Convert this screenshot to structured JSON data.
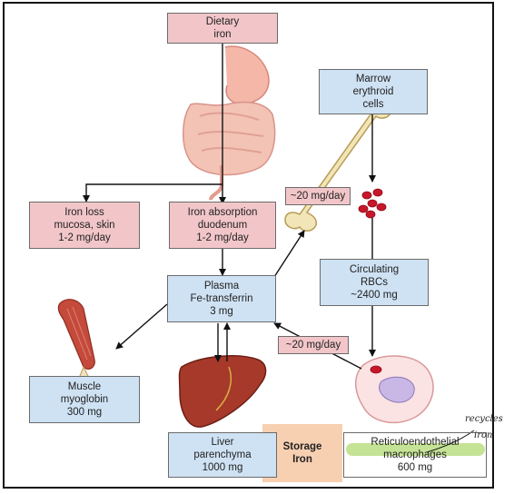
{
  "nodes": {
    "dietary_iron": "Dietary\niron",
    "iron_loss": "Iron loss\nmucosa, skin\n1-2 mg/day",
    "iron_absorption": "Iron absorption\nduodenum\n1-2 mg/day",
    "plasma": "Plasma\nFe-transferrin\n3 mg",
    "marrow": "Marrow\nerythroid\ncells",
    "marrow_flux": "~20 mg/day",
    "circulating_rbcs": "Circulating\nRBCs\n~2400 mg",
    "macrophage_flux": "~20 mg/day",
    "muscle": "Muscle\nmyoglobin\n300 mg",
    "liver": "Liver\nparenchyma\n1000 mg",
    "storage": "Storage\nIron",
    "reticulo": "Reticuloendothelial\nmacrophages\n600 mg"
  },
  "annotation": {
    "line1": "recycles",
    "line2": "iron"
  },
  "colors": {
    "pink_box": "#f2c6c9",
    "blue_box": "#cfe2f4",
    "storage_bg": "#f7cfb1",
    "highlight": "#bfe08a"
  },
  "icons": [
    "gi-tract-icon",
    "bone-icon",
    "red-blood-cells-icon",
    "muscle-icon",
    "liver-icon",
    "macrophage-icon"
  ]
}
